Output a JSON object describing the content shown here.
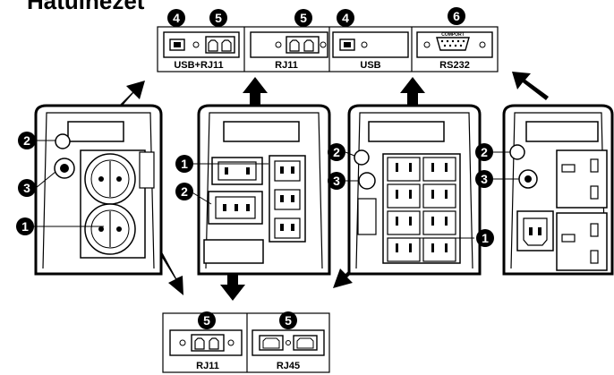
{
  "title": "Hátulnézet",
  "top_modules": [
    {
      "label": "USB+RJ11",
      "markers": [
        "4",
        "5"
      ]
    },
    {
      "label": "RJ11",
      "markers": [
        "5"
      ]
    },
    {
      "label": "USB",
      "markers": [
        "4"
      ]
    },
    {
      "label": "RS232",
      "markers": [
        "6"
      ],
      "port_caption": "COMPORT"
    }
  ],
  "bottom_modules": [
    {
      "label": "RJ11",
      "markers": [
        "5"
      ]
    },
    {
      "label": "RJ45",
      "markers": [
        "5"
      ]
    }
  ],
  "panels": [
    {
      "id": "schuko",
      "markers": [
        "2",
        "3",
        "1"
      ]
    },
    {
      "id": "iec",
      "markers": [
        "1",
        "2"
      ]
    },
    {
      "id": "nema",
      "markers": [
        "2",
        "3",
        "1"
      ]
    },
    {
      "id": "uk",
      "markers": [
        "2",
        "3"
      ]
    }
  ]
}
